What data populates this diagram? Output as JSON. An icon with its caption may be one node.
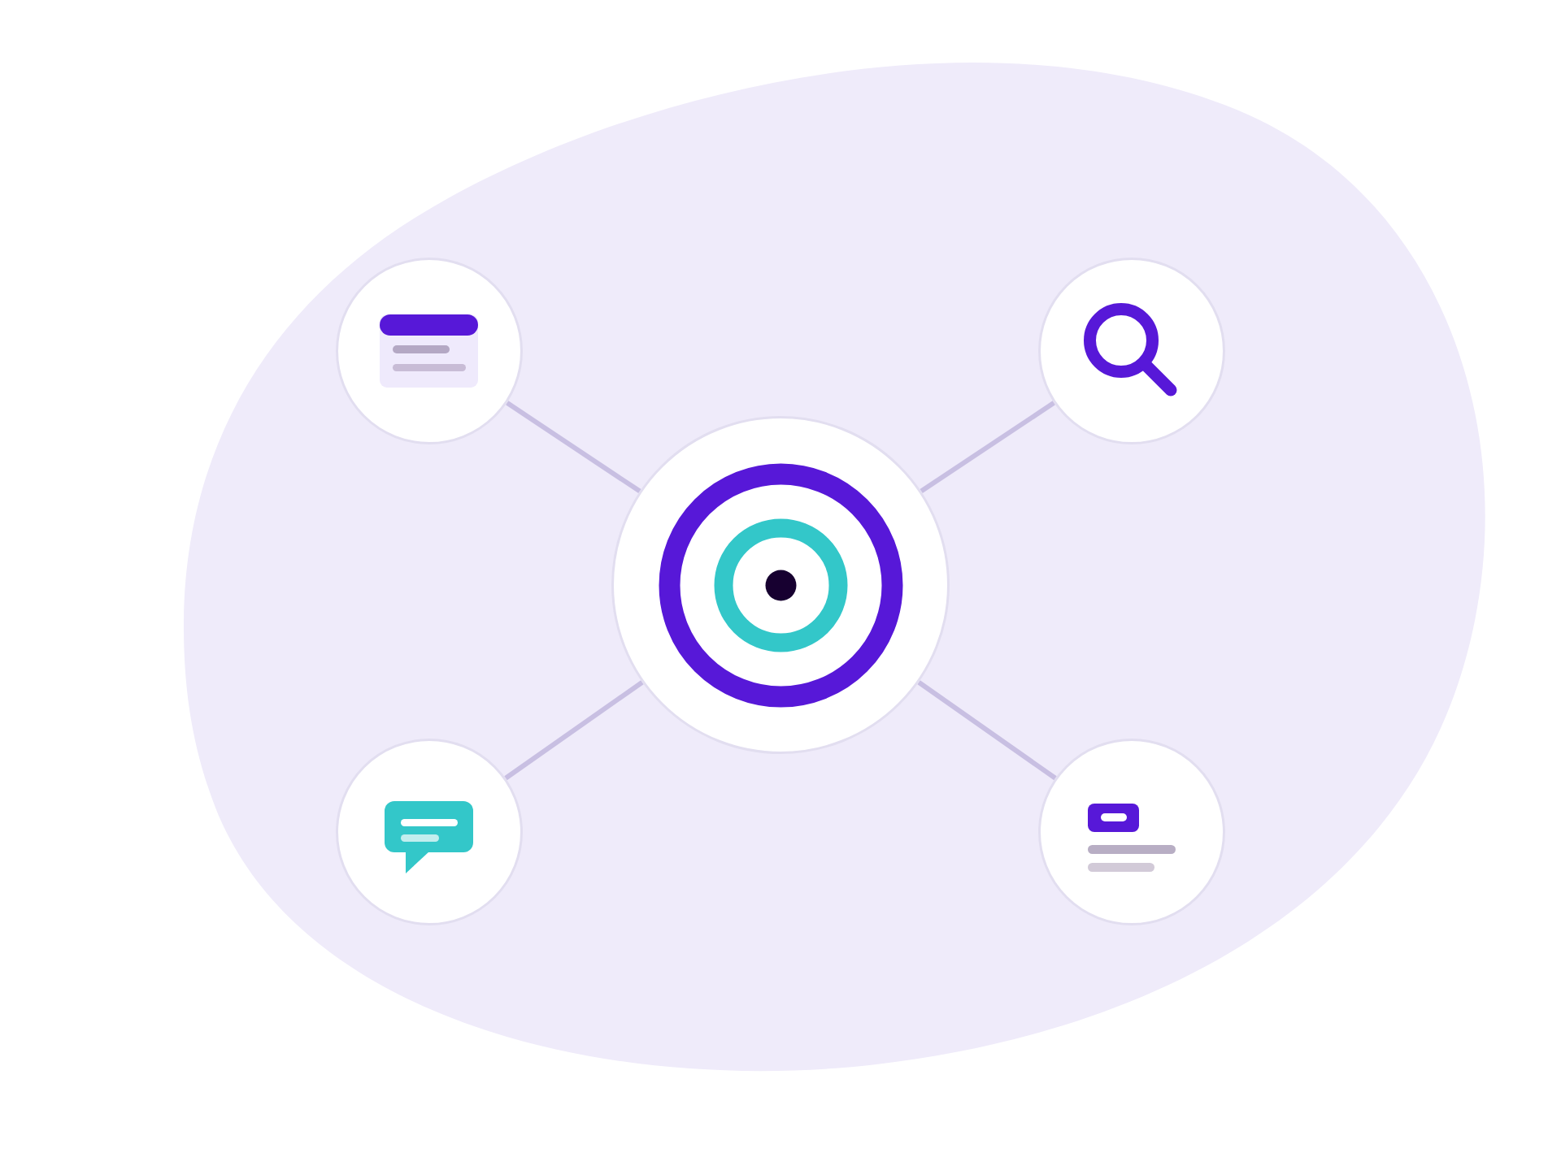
{
  "diagram": {
    "nodes": [
      {
        "text": [],
        "shape": "circle"
      },
      {
        "text": [],
        "shape": "circle"
      },
      {
        "text": [],
        "shape": "circle"
      },
      {
        "text": [],
        "shape": "circle"
      },
      {
        "text": [],
        "shape": "circle"
      }
    ],
    "edges": [
      {
        "from": 0,
        "to": 2,
        "arrow": "none"
      },
      {
        "from": 1,
        "to": 2,
        "arrow": "none"
      },
      {
        "from": 3,
        "to": 2,
        "arrow": "none"
      },
      {
        "from": 4,
        "to": 2,
        "arrow": "none"
      }
    ]
  }
}
